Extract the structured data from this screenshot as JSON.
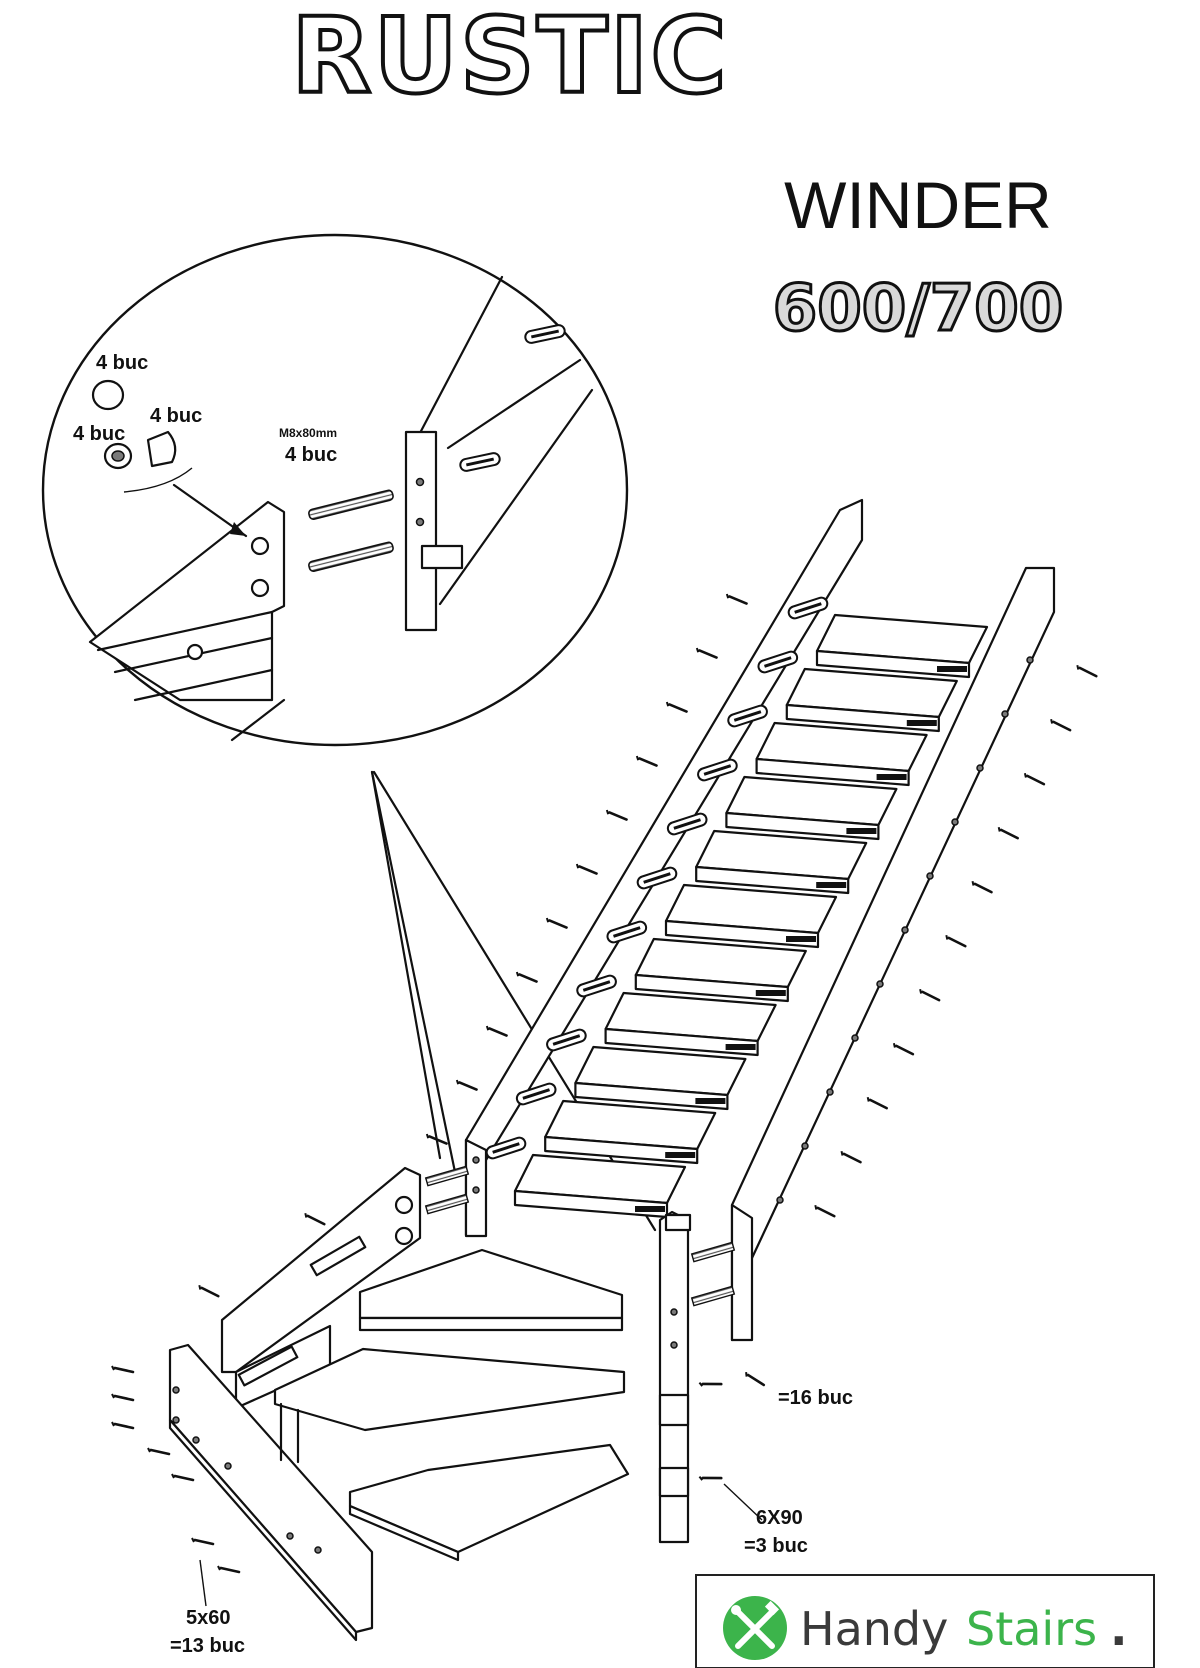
{
  "titles": {
    "product": "RUSTIC",
    "model": "WINDER",
    "size": "600/700"
  },
  "callouts": {
    "caps": "4 buc",
    "nuts": "4 buc",
    "washers": "4 buc",
    "bolt_size": "M8x80mm",
    "bolt_qty": "4 buc",
    "screws_small": "=16 buc",
    "screw_6x90_size": "6X90",
    "screw_6x90_qty": "=3 buc",
    "screw_5x60_size": "5x60",
    "screw_5x60_qty": "=13 buc"
  },
  "brand": {
    "word1": "Handy",
    "word2": "Stairs",
    "dot": ".",
    "accent_color": "#3cb44b"
  }
}
